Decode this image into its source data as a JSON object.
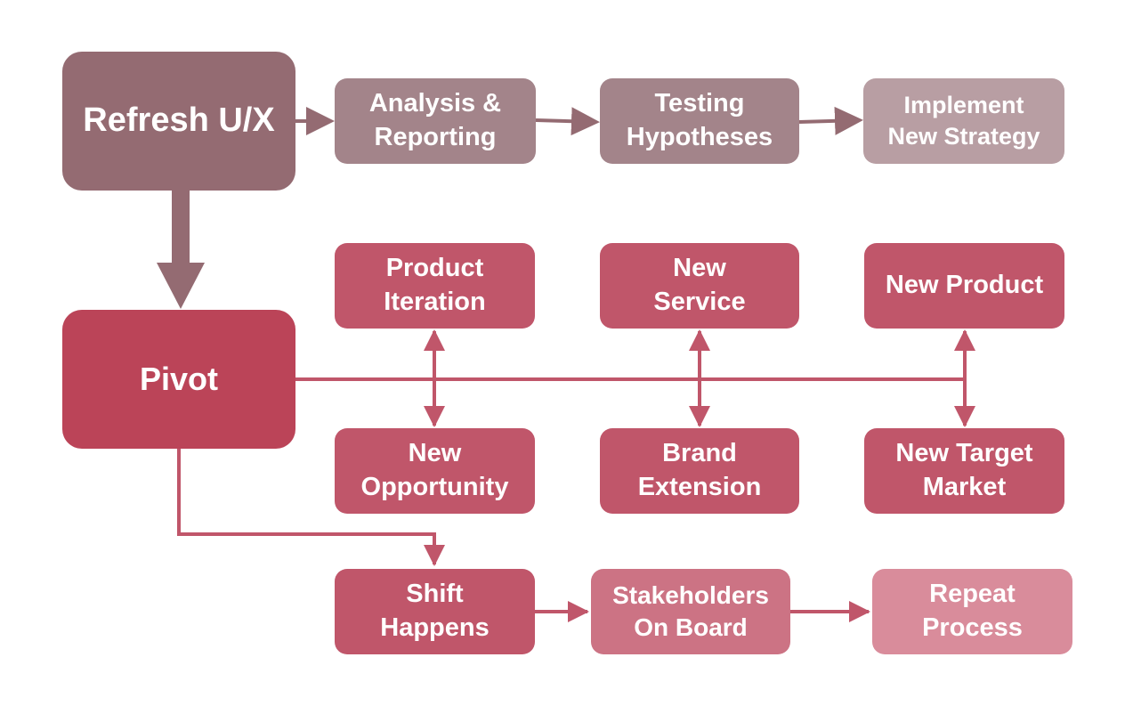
{
  "colors": {
    "mauve_dark": "#946b72",
    "mauve_mid": "#a3848a",
    "mauve_light": "#b89ea3",
    "pivot": "#bb4458",
    "crimson": "#c0566a",
    "rose": "#cc7384",
    "pink": "#d98c9b"
  },
  "nodes": {
    "refresh": "Refresh U/X",
    "analysis": "Analysis &\nReporting",
    "testing": "Testing\nHypotheses",
    "implement": "Implement\nNew Strategy",
    "pivot": "Pivot",
    "product_iteration": "Product\nIteration",
    "new_service": "New\nService",
    "new_product": "New Product",
    "new_opportunity": "New\nOpportunity",
    "brand_extension": "Brand\nExtension",
    "new_target_market": "New Target\nMarket",
    "shift_happens": "Shift\nHappens",
    "stakeholders": "Stakeholders\nOn Board",
    "repeat_process": "Repeat\nProcess"
  }
}
